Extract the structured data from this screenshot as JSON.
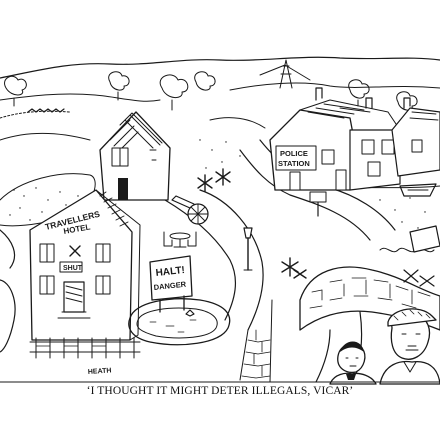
{
  "signs": {
    "travellers": "TRAVELLERS",
    "hotel": "HOTEL",
    "shut": "SHUT",
    "police": "POLICE",
    "station": "STATION",
    "halt": "HALT!",
    "danger": "DANGER",
    "artist": "HEATH"
  },
  "caption": "‘I THOUGHT IT MIGHT DETER ILLEGALS, VICAR’"
}
